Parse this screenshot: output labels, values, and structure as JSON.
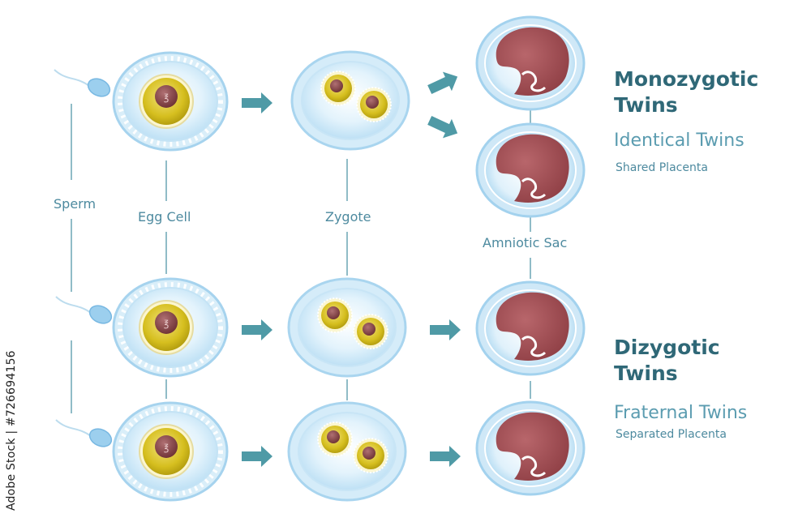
{
  "labels": {
    "sperm": "Sperm",
    "egg_cell": "Egg Cell",
    "zygote": "Zygote",
    "amniotic_sac": "Amniotic Sac"
  },
  "monozygotic": {
    "title_line1": "Monozygotic",
    "title_line2": "Twins",
    "subtitle": "Identical Twins",
    "note": "Shared Placenta"
  },
  "dizygotic": {
    "title_line1": "Dizygotic",
    "title_line2": "Twins",
    "subtitle": "Fraternal Twins",
    "note": "Separated Placenta"
  },
  "watermark": "Adobe Stock | #726694156",
  "colors": {
    "arrow": "#4f9aa6",
    "line": "#6aa6b4",
    "text": "#4d8a9f",
    "heading": "#2f6877",
    "cell_fill": "#cfe9f8",
    "cell_edge": "#9fd0ee",
    "yolk": "#dcc62a",
    "nucleus": "#8c4b4d",
    "embryo": "#a24f55"
  }
}
